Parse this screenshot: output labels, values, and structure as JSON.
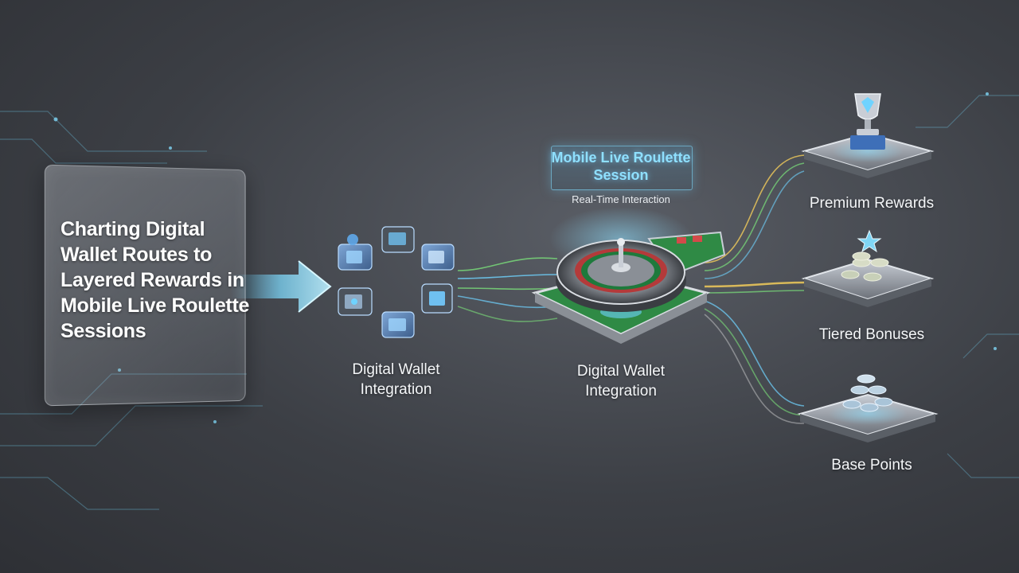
{
  "title": "Charting Digital Wallet Routes to Layered Rewards in Mobile Live Roulette Sessions",
  "left_group": {
    "label": "Digital Wallet Integration"
  },
  "center": {
    "session_title": "Mobile Live Roulette Session",
    "session_subtitle": "Real-Time Interaction",
    "label": "Digital Wallet Integration"
  },
  "rewards": [
    {
      "label": "Premium Rewards",
      "icon": "trophy-icon"
    },
    {
      "label": "Tiered Bonuses",
      "icon": "coin-stack-star-icon"
    },
    {
      "label": "Base Points",
      "icon": "coin-stack-icon"
    }
  ],
  "colors": {
    "accent_blue": "#6fd3ff",
    "accent_green": "#7be07a",
    "accent_gold": "#e8c45a",
    "table_green": "#2f8a45"
  }
}
